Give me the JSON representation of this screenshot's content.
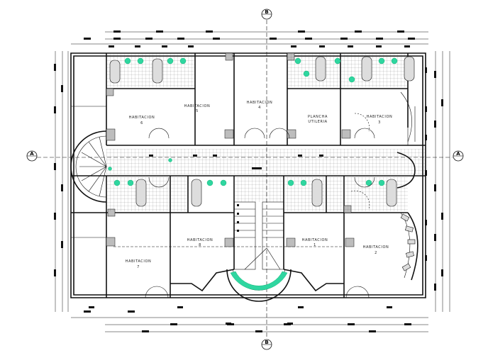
{
  "axes": {
    "top": "B",
    "bottom": "B",
    "left": "A",
    "right": "A"
  },
  "rooms": {
    "r6": {
      "name": "HABITACION",
      "number": "6"
    },
    "r5": {
      "name": "HABITACION",
      "number": "5"
    },
    "r4": {
      "name": "HABITACION",
      "number": "4"
    },
    "plancha": {
      "line1": "PLANCHA",
      "line2": "UTILERIA"
    },
    "r3": {
      "name": "HABITACION",
      "number": "3"
    },
    "r7": {
      "name": "HABITACION",
      "number": "7"
    },
    "r8": {
      "name": "HABITACION",
      "number": "8"
    },
    "r1": {
      "name": "HABITACION",
      "number": "1"
    },
    "r2": {
      "name": "HABITACION",
      "number": "2"
    }
  },
  "colors": {
    "line": "#111111",
    "fill_gray": "#bdbdbd",
    "planter": "#2fd6a0"
  }
}
